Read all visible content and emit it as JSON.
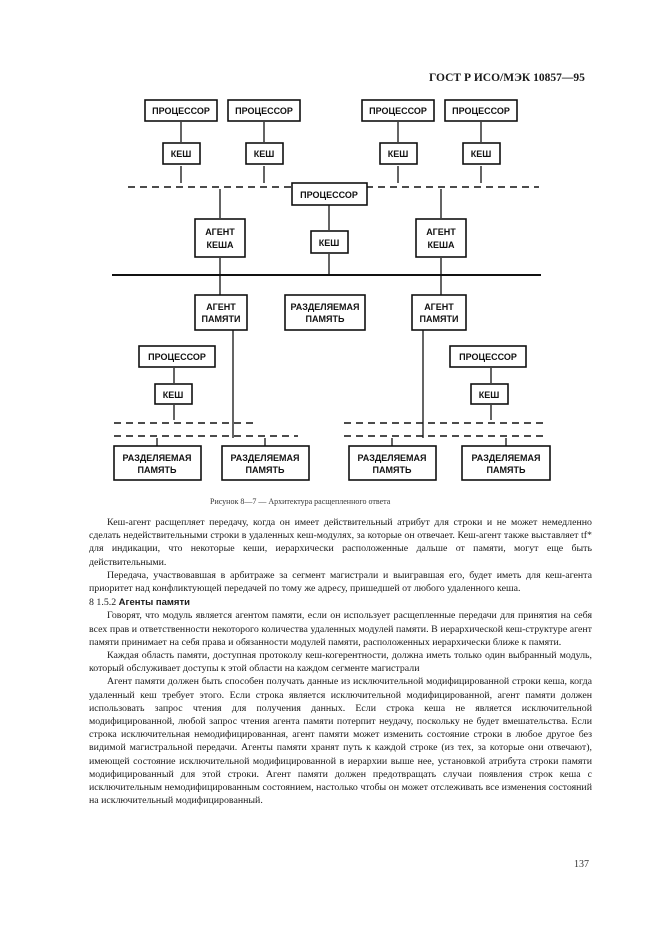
{
  "header": "ГОСТ Р ИСО/МЭК 10857—95",
  "figure": {
    "boxes": {
      "processor": "ПРОЦЕССОР",
      "cache": "КЕШ",
      "cache_agent_1": "АГЕНТ",
      "cache_agent_2": "КЕША",
      "memory_agent_1": "АГЕНТ",
      "memory_agent_2": "ПАМЯТИ",
      "shared_memory_1": "РАЗДЕЛЯЕМАЯ",
      "shared_memory_2": "ПАМЯТЬ"
    },
    "caption": "Рисунок 8—7 — Архитектура расщепленного ответа"
  },
  "body": {
    "p1": "Кеш-агент расщепляет передачу, когда он имеет действительный атрибут для строки и не может немедленно сделать недействительными строки в удаленных кеш-модулях, за которые он отвечает. Кеш-агент также выставляет tf* для индикации, что некоторые кеши, иерархически расположенные дальше от памяти, могут еще быть действительными.",
    "p2": "Передача, участвовавшая в арбитраже за сегмент магистрали и выигравшая его, будет иметь для кеш-агента приоритет над конфликтующей передачей по тому же адресу, пришедшей от любого удаленного кеша.",
    "section_number": "8 1.5.2",
    "section_title": "Агенты памяти",
    "p3": "Говорят, что модуль является агентом памяти, если он использует расщепленные передачи для принятия на себя всех прав и ответственности некоторого количества удаленных модулей памяти. В иерархической кеш-структуре агент памяти принимает на себя права и обязанности модулей памяти, расположенных иерархически ближе к памяти.",
    "p4": "Каждая область памяти, доступная протоколу кеш-когерентности, должна иметь только один выбранный модуль, который обслуживает доступы к этой области на каждом сегменте магистрали",
    "p5": "Агент памяти должен быть способен получать данные из исключительной модифицированной строки кеша, когда удаленный кеш требует этого. Если строка является исключительной модифицированной, агент памяти должен использовать запрос чтения для получения данных. Если строка кеша не является исключительной модифицированной, любой запрос чтения агента памяти потерпит неудачу, поскольку не будет вмешательства. Если строка исключительная немодифицированная, агент памяти может изменить состояние строки в любое другое без видимой магистральной передачи. Агенты памяти хранят путь к каждой строке (из тех, за которые они отвечают), имеющей состояние исключительной модифицированной в иерархии выше нее, установкой атрибута строки памяти модифицированный для этой строки. Агент памяти должен предотвращать случаи появления строк кеша с исключительным немодифицированным состоянием, настолько чтобы он может отслеживать все изменения состояний на исключительный модифицированный."
  },
  "page_number": "137"
}
